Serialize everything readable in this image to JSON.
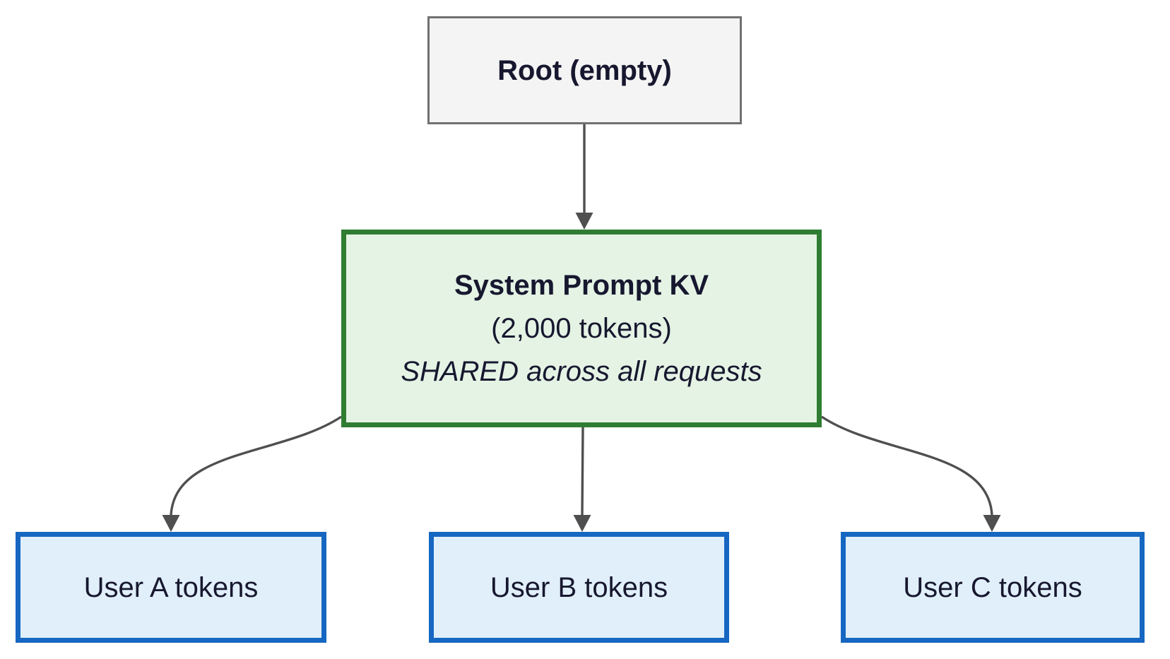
{
  "diagram": {
    "type": "flowchart",
    "direction": "top-down",
    "nodes": {
      "root": {
        "label": "Root (empty)"
      },
      "system": {
        "title": "System Prompt KV",
        "subtitle": "(2,000 tokens)",
        "note": "SHARED across all requests"
      },
      "user_a": {
        "label": "User A tokens"
      },
      "user_b": {
        "label": "User B tokens"
      },
      "user_c": {
        "label": "User C tokens"
      }
    },
    "edges": [
      {
        "from": "root",
        "to": "system"
      },
      {
        "from": "system",
        "to": "user_a"
      },
      {
        "from": "system",
        "to": "user_b"
      },
      {
        "from": "system",
        "to": "user_c"
      }
    ]
  },
  "colors": {
    "background": "#ffffff",
    "text": "#17182f",
    "root_fill": "#f4f4f4",
    "root_border": "#707070",
    "system_fill": "#e5f3e5",
    "system_border": "#2e7d32",
    "user_fill": "#e1effb",
    "user_border": "#1667c1",
    "edge": "#4f4f4f"
  }
}
